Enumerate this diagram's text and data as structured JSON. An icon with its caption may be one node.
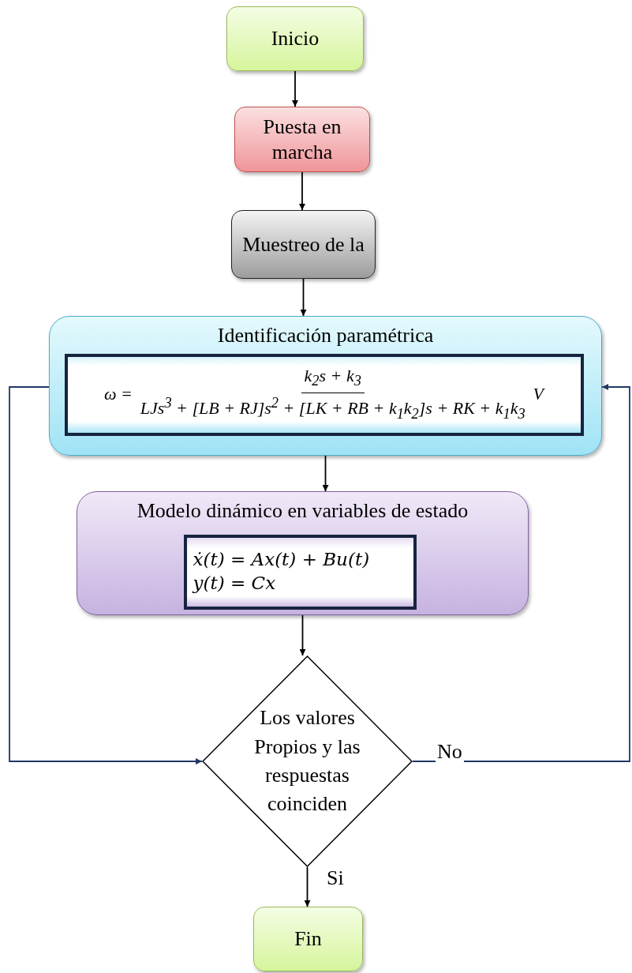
{
  "diagram": {
    "nodes": [
      {
        "text": [
          "Inicio"
        ]
      },
      {
        "text": [
          "Puesta en marcha"
        ]
      },
      {
        "text": [
          "Muestreo de la"
        ]
      },
      {
        "text": [
          "Identificación paramétrica"
        ]
      },
      {
        "text": [
          "ω =",
          "k$_{2}$s + k$_{3}$",
          "LJs$^{3}$ + [LB + RJ]s$^{2}$ + [LK + RB + k$_{1}$k$_{2}$]s + RK + k$_{1}$k$_{3}$",
          "V"
        ],
        "in": 3
      },
      {
        "text": [
          "Modelo dinámico en variables de estado"
        ]
      },
      {
        "text": [
          "ẋ(t) = Ax(t) + Bu(t)",
          "y(t) = Cx"
        ],
        "in": 5
      },
      {
        "text": [
          "Los valores Propios y las respuestas coinciden"
        ]
      },
      {
        "text": [
          "Fin"
        ]
      }
    ],
    "edges": [
      {
        "from": 0,
        "to": 1,
        "arrow": "to"
      },
      {
        "from": 1,
        "to": 2,
        "arrow": "to"
      },
      {
        "from": 2,
        "to": 3,
        "arrow": "to"
      },
      {
        "from": 3,
        "to": 5,
        "arrow": "to"
      },
      {
        "from": 5,
        "to": 7,
        "arrow": "to"
      },
      {
        "from": 7,
        "to": 8,
        "arrow": "to",
        "label": "Si"
      },
      {
        "from": 7,
        "to": 3,
        "arrow": "to",
        "label": "No",
        "color": "#1f3864"
      },
      {
        "from": 3,
        "to": 7,
        "arrow": "to",
        "color": "#1f3864"
      }
    ]
  }
}
